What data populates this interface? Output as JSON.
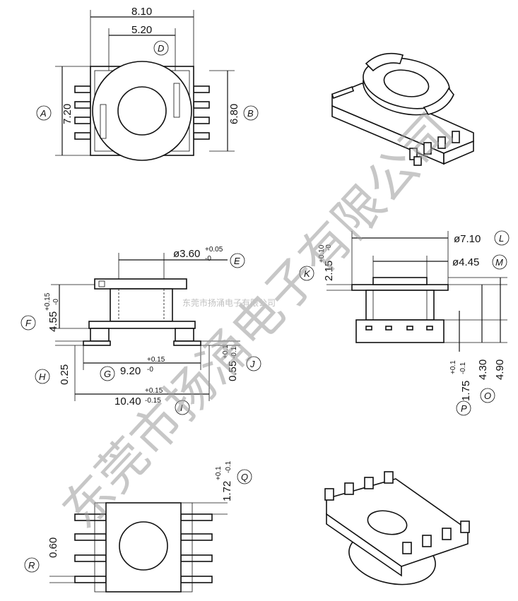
{
  "dimensions": {
    "top_width": "8.10",
    "top_inner": "5.20",
    "height_a": "7.20",
    "height_b": "6.80",
    "hole_e": "ø3.60",
    "hole_e_tol_top": "+0.05",
    "hole_e_tol_bot": "-0",
    "f_value": "4.55",
    "f_tol_top": "+0.15",
    "f_tol_bot": "-0",
    "h_value": "0.25",
    "g_value": "9.20",
    "g_tol_top": "+0.15",
    "g_tol_bot": "-0",
    "j_value": "0.55",
    "j_tol_top": "+0.1",
    "j_tol_bot": "-0.1",
    "i_value": "10.40",
    "i_tol_top": "+0.15",
    "i_tol_bot": "-0.15",
    "l_value": "ø7.10",
    "m_value": "ø4.45",
    "k_value": "2.15",
    "k_tol_top": "+0.10",
    "k_tol_bot": "-0",
    "p_value": "1.75",
    "p_tol_top": "+0.1",
    "p_tol_bot": "-0.1",
    "o1_value": "4.30",
    "o2_value": "4.90",
    "q_value": "1.72",
    "q_tol_top": "+0.1",
    "q_tol_bot": "-0.1",
    "r_value": "0.60"
  },
  "callouts": {
    "a": "A",
    "b": "B",
    "d": "D",
    "e": "E",
    "f": "F",
    "g": "G",
    "h": "H",
    "i": "I",
    "j": "J",
    "k": "K",
    "l": "L",
    "m": "M",
    "o": "O",
    "p": "P",
    "q": "Q",
    "r": "R"
  },
  "watermark": {
    "large": "东莞市扬涌电子有限公司",
    "small": "东莞市扬涌电子有限公司"
  }
}
